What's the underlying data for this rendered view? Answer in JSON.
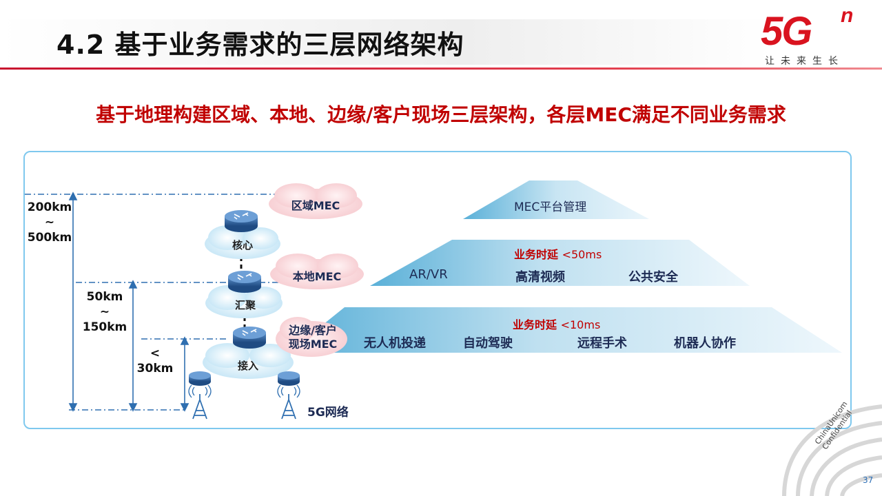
{
  "slide": {
    "title": "4.2 基于业务需求的三层网络架构",
    "subtitle": "基于地理构建区域、本地、边缘/客户现场三层架构，各层MEC满足不同业务需求",
    "page_number": "37",
    "confidential_line1": "ChinaUnicom",
    "confidential_line2": "Confidential"
  },
  "logo": {
    "main": "5G",
    "superscript": "n",
    "slogan": "让未来生长"
  },
  "distances": {
    "regional": {
      "line1": "200km",
      "line2": "~",
      "line3": "500km"
    },
    "local": {
      "line1": "50km",
      "line2": "~",
      "line3": "150km"
    },
    "edge": {
      "line1": "<",
      "line2": "30km"
    }
  },
  "network": {
    "core": "核心",
    "aggregation": "汇聚",
    "access": "接入",
    "network_5g": "5G网络"
  },
  "mec_clouds": {
    "regional": "区域MEC",
    "local": "本地MEC",
    "edge_line1": "边缘/客户",
    "edge_line2": "现场MEC"
  },
  "tiers": {
    "platform": {
      "label": "MEC平台管理"
    },
    "local": {
      "latency_label": "业务时延",
      "latency_value": "<50ms",
      "apps": [
        "AR/VR",
        "高清视频",
        "公共安全"
      ]
    },
    "edge": {
      "latency_label": "业务时延",
      "latency_value": "<10ms",
      "apps": [
        "无人机投递",
        "自动驾驶",
        "远程手术",
        "机器人协作"
      ]
    }
  },
  "colors": {
    "accent_red": "#c00000",
    "logo_red": "#d9131f",
    "panel_border": "#7ec8ee",
    "navy_text": "#1d2b54"
  }
}
